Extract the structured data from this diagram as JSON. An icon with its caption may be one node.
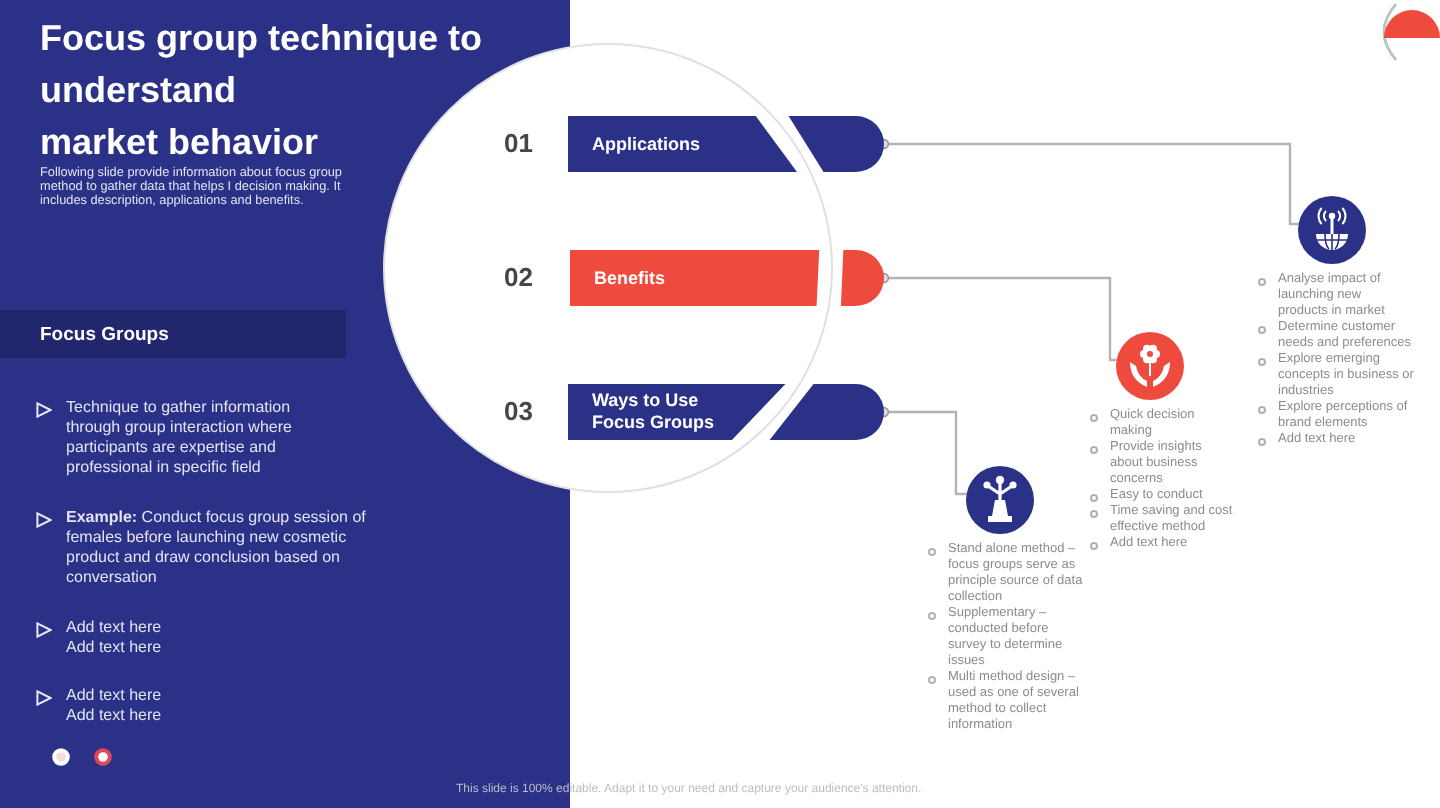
{
  "diagram": {
    "title": "Focus group technique to understand market behavior",
    "nodes": [
      {
        "text": [
          "Focus Groups"
        ]
      },
      {
        "text": [
          "Applications"
        ],
        "beside": [
          "01"
        ]
      },
      {
        "text": [
          "Benefits"
        ],
        "beside": [
          "02"
        ]
      },
      {
        "text": [
          "Ways to Use Focus Groups"
        ],
        "beside": [
          "03"
        ]
      },
      {
        "text": [],
        "shape": "circle",
        "beside": [
          "Analyse impact of launching new products in market",
          "Determine customer needs and preferences",
          "Explore emerging concepts in business or industries",
          "Explore perceptions of brand elements",
          "Add text here"
        ]
      },
      {
        "text": [],
        "shape": "circle",
        "beside": [
          "Quick decision making",
          "Provide insights about business concerns",
          "Easy to conduct",
          "Time saving and cost effective method",
          "Add text here"
        ]
      },
      {
        "text": [],
        "shape": "circle",
        "beside": [
          "Stand alone method – focus groups serve as principle source of data collection",
          "Supplementary – conducted before survey to determine issues",
          "Multi method design – used as one of several method to collect information"
        ]
      }
    ],
    "edges": [
      {
        "from": 1,
        "to": 4,
        "arrow": "other"
      },
      {
        "from": 2,
        "to": 5,
        "arrow": "other"
      },
      {
        "from": 3,
        "to": 6,
        "arrow": "other"
      }
    ],
    "labels": [
      "Following slide provide information about focus group method to gather data that helps I decision making. It includes description, applications and benefits.",
      "Technique to gather information through group interaction where participants are expertise and professional in specific field",
      "**Example:** Conduct focus group session of females before launching new cosmetic product and draw conclusion based on conversation",
      "Add text here Add text here",
      "Add text here Add text here",
      "This slide is 100% editable. Adapt it to your need and capture your audience's attention."
    ]
  }
}
